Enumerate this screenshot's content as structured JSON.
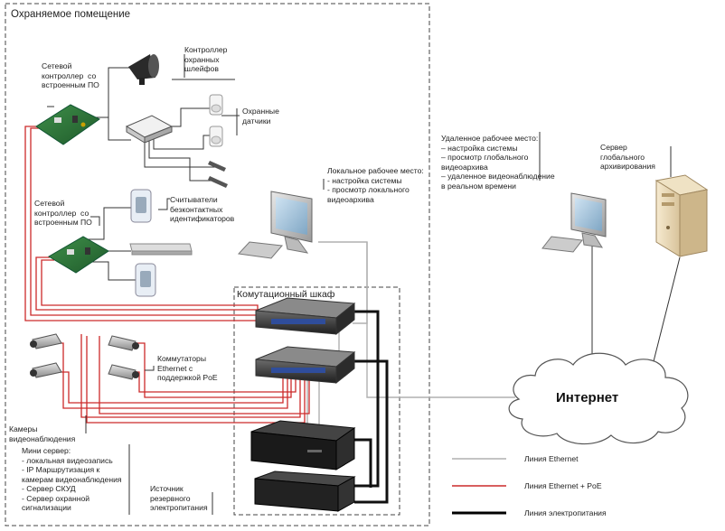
{
  "zones": {
    "protected_room": "Охраняемое помещение",
    "switch_cabinet": "Комутационный шкаф"
  },
  "labels": {
    "net_controller_1": "Сетевой\nконтроллер  со\nвстроенным ПО",
    "loop_controller": "Контроллер\nохранных\nшлейфов",
    "security_sensors": "Охранные\nдатчики",
    "net_controller_2": "Сетевой\nконтроллер  со\nвстроенным ПО",
    "card_readers": "Считыватели\nбезконтактных\nидентификаторов",
    "local_workstation": "Локальное рабочее место:\n- настройка системы\n- просмотр локального\nвидеоархива",
    "remote_workstation": "Удаленное рабочее место:\n– настройка системы\n– просмотр глобального\nвидеоархива\n– удаленное видеонаблюдение\nв реальном времени",
    "global_server": "Сервер\nглобального\nархивирования",
    "poe_switches": "Коммутаторы\nEthernet с\nподдержкой PoE",
    "cameras": "Камеры\nвидеонаблюдения",
    "mini_server": "Мини сервер:\n- локальная видеозапись\n- IP Маршрутизация к\nкамерам видеонаблюдения\n- Сервер СКУД\n- Сервер охранной\nсигнализации",
    "ups": "Источник\nрезервного\nэлектропитания",
    "internet": "Интернет"
  },
  "legend": [
    {
      "label": "Линия Ethernet",
      "color": "#b0b0b0",
      "style": "thin"
    },
    {
      "label": "Линия Ethernet + PoE",
      "color": "#cc2a2a",
      "style": "medium"
    },
    {
      "label": "Линия электропитания",
      "color": "#000000",
      "style": "thick"
    }
  ],
  "icons": [
    "siren-icon",
    "controller-board-icon",
    "loop-controller-icon",
    "motion-sensor-icon",
    "door-contact-icon",
    "card-reader-icon",
    "magnetic-lock-icon",
    "workstation-icon",
    "server-tower-icon",
    "network-switch-icon",
    "ip-camera-icon",
    "mini-server-icon",
    "ups-icon",
    "cloud-icon"
  ]
}
